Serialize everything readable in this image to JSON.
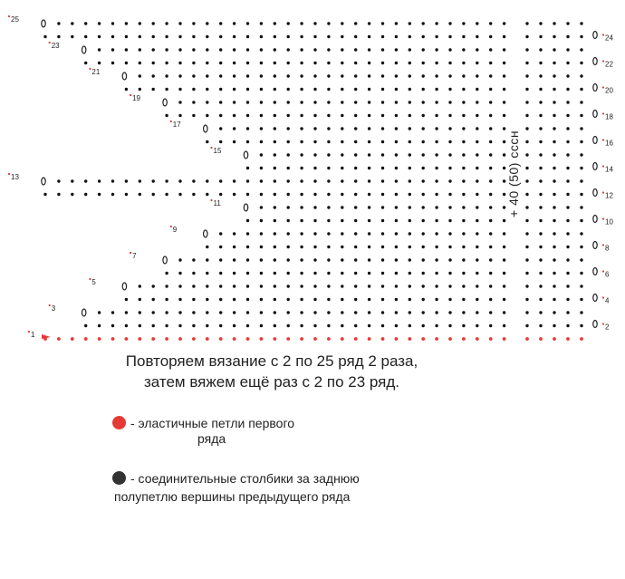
{
  "diagram": {
    "side_label": "+ 40 (50) сссн",
    "row_numbers_left": [
      "25",
      "23",
      "21",
      "19",
      "17",
      "15",
      "13",
      "11",
      "9",
      "7",
      "5",
      "3",
      "1"
    ],
    "row_numbers_right": [
      "24",
      "22",
      "20",
      "18",
      "16",
      "14",
      "12",
      "10",
      "8",
      "6",
      "4",
      "2"
    ]
  },
  "caption": {
    "line1": "Повторяем вязание с 2 по 25 ряд 2 раза,",
    "line2": "затем вяжем ещё раз с 2 по 23 ряд."
  },
  "legend": {
    "red": {
      "color": "#e53935",
      "line1": "- эластичные петли первого",
      "line2": "ряда",
      "icon": "red-circle"
    },
    "black": {
      "color": "#222222",
      "line1": "- соединительные столбики за заднюю",
      "line2": "полупетлю вершины предыдущего ряда",
      "icon": "black-circle"
    }
  }
}
